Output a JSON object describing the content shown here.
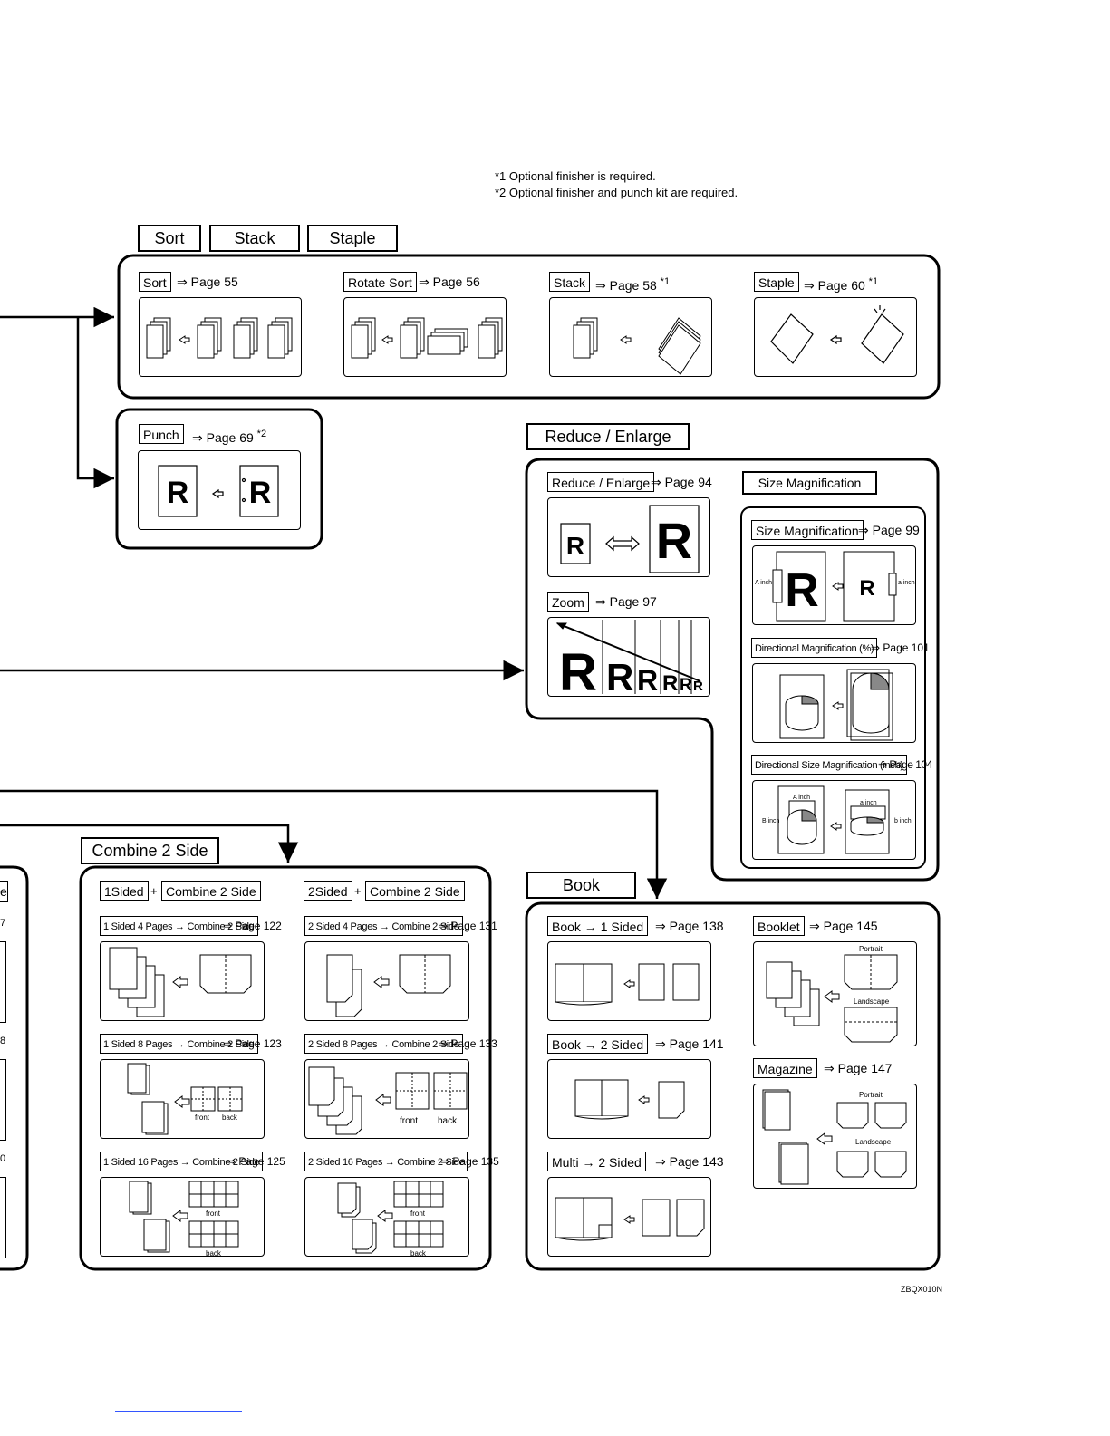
{
  "notes": {
    "note1": "*1 Optional finisher is required.",
    "note2": "*2 Optional finisher and punch kit are required."
  },
  "groups": {
    "sort_tab": "Sort",
    "stack_tab": "Stack",
    "staple_tab": "Staple",
    "reduce_enlarge": "Reduce / Enlarge",
    "size_magnification": "Size Magnification",
    "combine_2_side": "Combine 2 Side",
    "book": "Book"
  },
  "sort_panel": {
    "sort": {
      "label": "Sort",
      "page": "⇒ Page 55"
    },
    "rotate_sort": {
      "label": "Rotate Sort",
      "page": "⇒ Page 56"
    },
    "stack": {
      "label": "Stack",
      "page": "⇒ Page 58",
      "note": "*1"
    },
    "staple": {
      "label": "Staple",
      "page": "⇒ Page 60",
      "note": "*1"
    }
  },
  "punch": {
    "label": "Punch",
    "page": "⇒ Page 69",
    "note": "*2",
    "glyph": "R"
  },
  "reduce_panel": {
    "reduce_enlarge": {
      "label": "Reduce / Enlarge",
      "page": "⇒  Page 94",
      "glyph": "R"
    },
    "zoom": {
      "label": "Zoom",
      "page": "⇒ Page 97",
      "glyph": "R"
    },
    "size_mag": {
      "label": "Size Magnification",
      "page": "⇒ Page 99",
      "a_inch": "A inch",
      "a_inch2": "a inch",
      "glyph": "R"
    },
    "directional_pct": {
      "label": "Directional Magnification (%)",
      "page": "⇒ Page 101"
    },
    "directional_inch": {
      "label": "Directional  Size Magnification (inch)",
      "page": "⇒ Page 104",
      "a_inch": "A inch",
      "b_inch": "B inch",
      "a_inch2": "a inch",
      "b_inch2": "b inch"
    }
  },
  "combine_panel": {
    "col1_label": "1Sided",
    "col2_label": "2Sided",
    "plus": "+",
    "combine_label": "Combine 2 Side",
    "c1_4": {
      "label": "1 Sided 4 Pages → Combine 2 Side",
      "page": "⇒ Page 122"
    },
    "c1_8": {
      "label": "1 Sided 8 Pages → Combine 2 Side",
      "page": "⇒ Page 123"
    },
    "c1_16": {
      "label": "1 Sided 16 Pages → Combine 2 Side",
      "page": "⇒ Page 125"
    },
    "c2_4": {
      "label": "2 Sided 4 Pages → Combine 2 Side",
      "page": "⇒ Page 131"
    },
    "c2_8": {
      "label": "2 Sided 8 Pages → Combine 2 Side",
      "page": "⇒ Page 133"
    },
    "c2_16": {
      "label": "2 Sided 16 Pages → Combine 2 Side",
      "page": "⇒ Page 135"
    },
    "front": "front",
    "back": "back"
  },
  "book_panel": {
    "book_1": {
      "label": "Book → 1 Sided",
      "page": "⇒ Page 138"
    },
    "book_2": {
      "label": "Book → 2 Sided",
      "page": "⇒ Page 141"
    },
    "multi_2": {
      "label": "Multi → 2 Sided",
      "page": "⇒ Page 143"
    },
    "booklet": {
      "label": "Booklet",
      "page": "⇒ Page 145"
    },
    "magazine": {
      "label": "Magazine",
      "page": "⇒ Page 147"
    },
    "portrait": "Portrait",
    "landscape": "Landscape"
  },
  "left_edge_fragments": {
    "a": "e",
    "b": "7",
    "c": "8",
    "d": "0"
  },
  "footer_code": "ZBQX010N"
}
